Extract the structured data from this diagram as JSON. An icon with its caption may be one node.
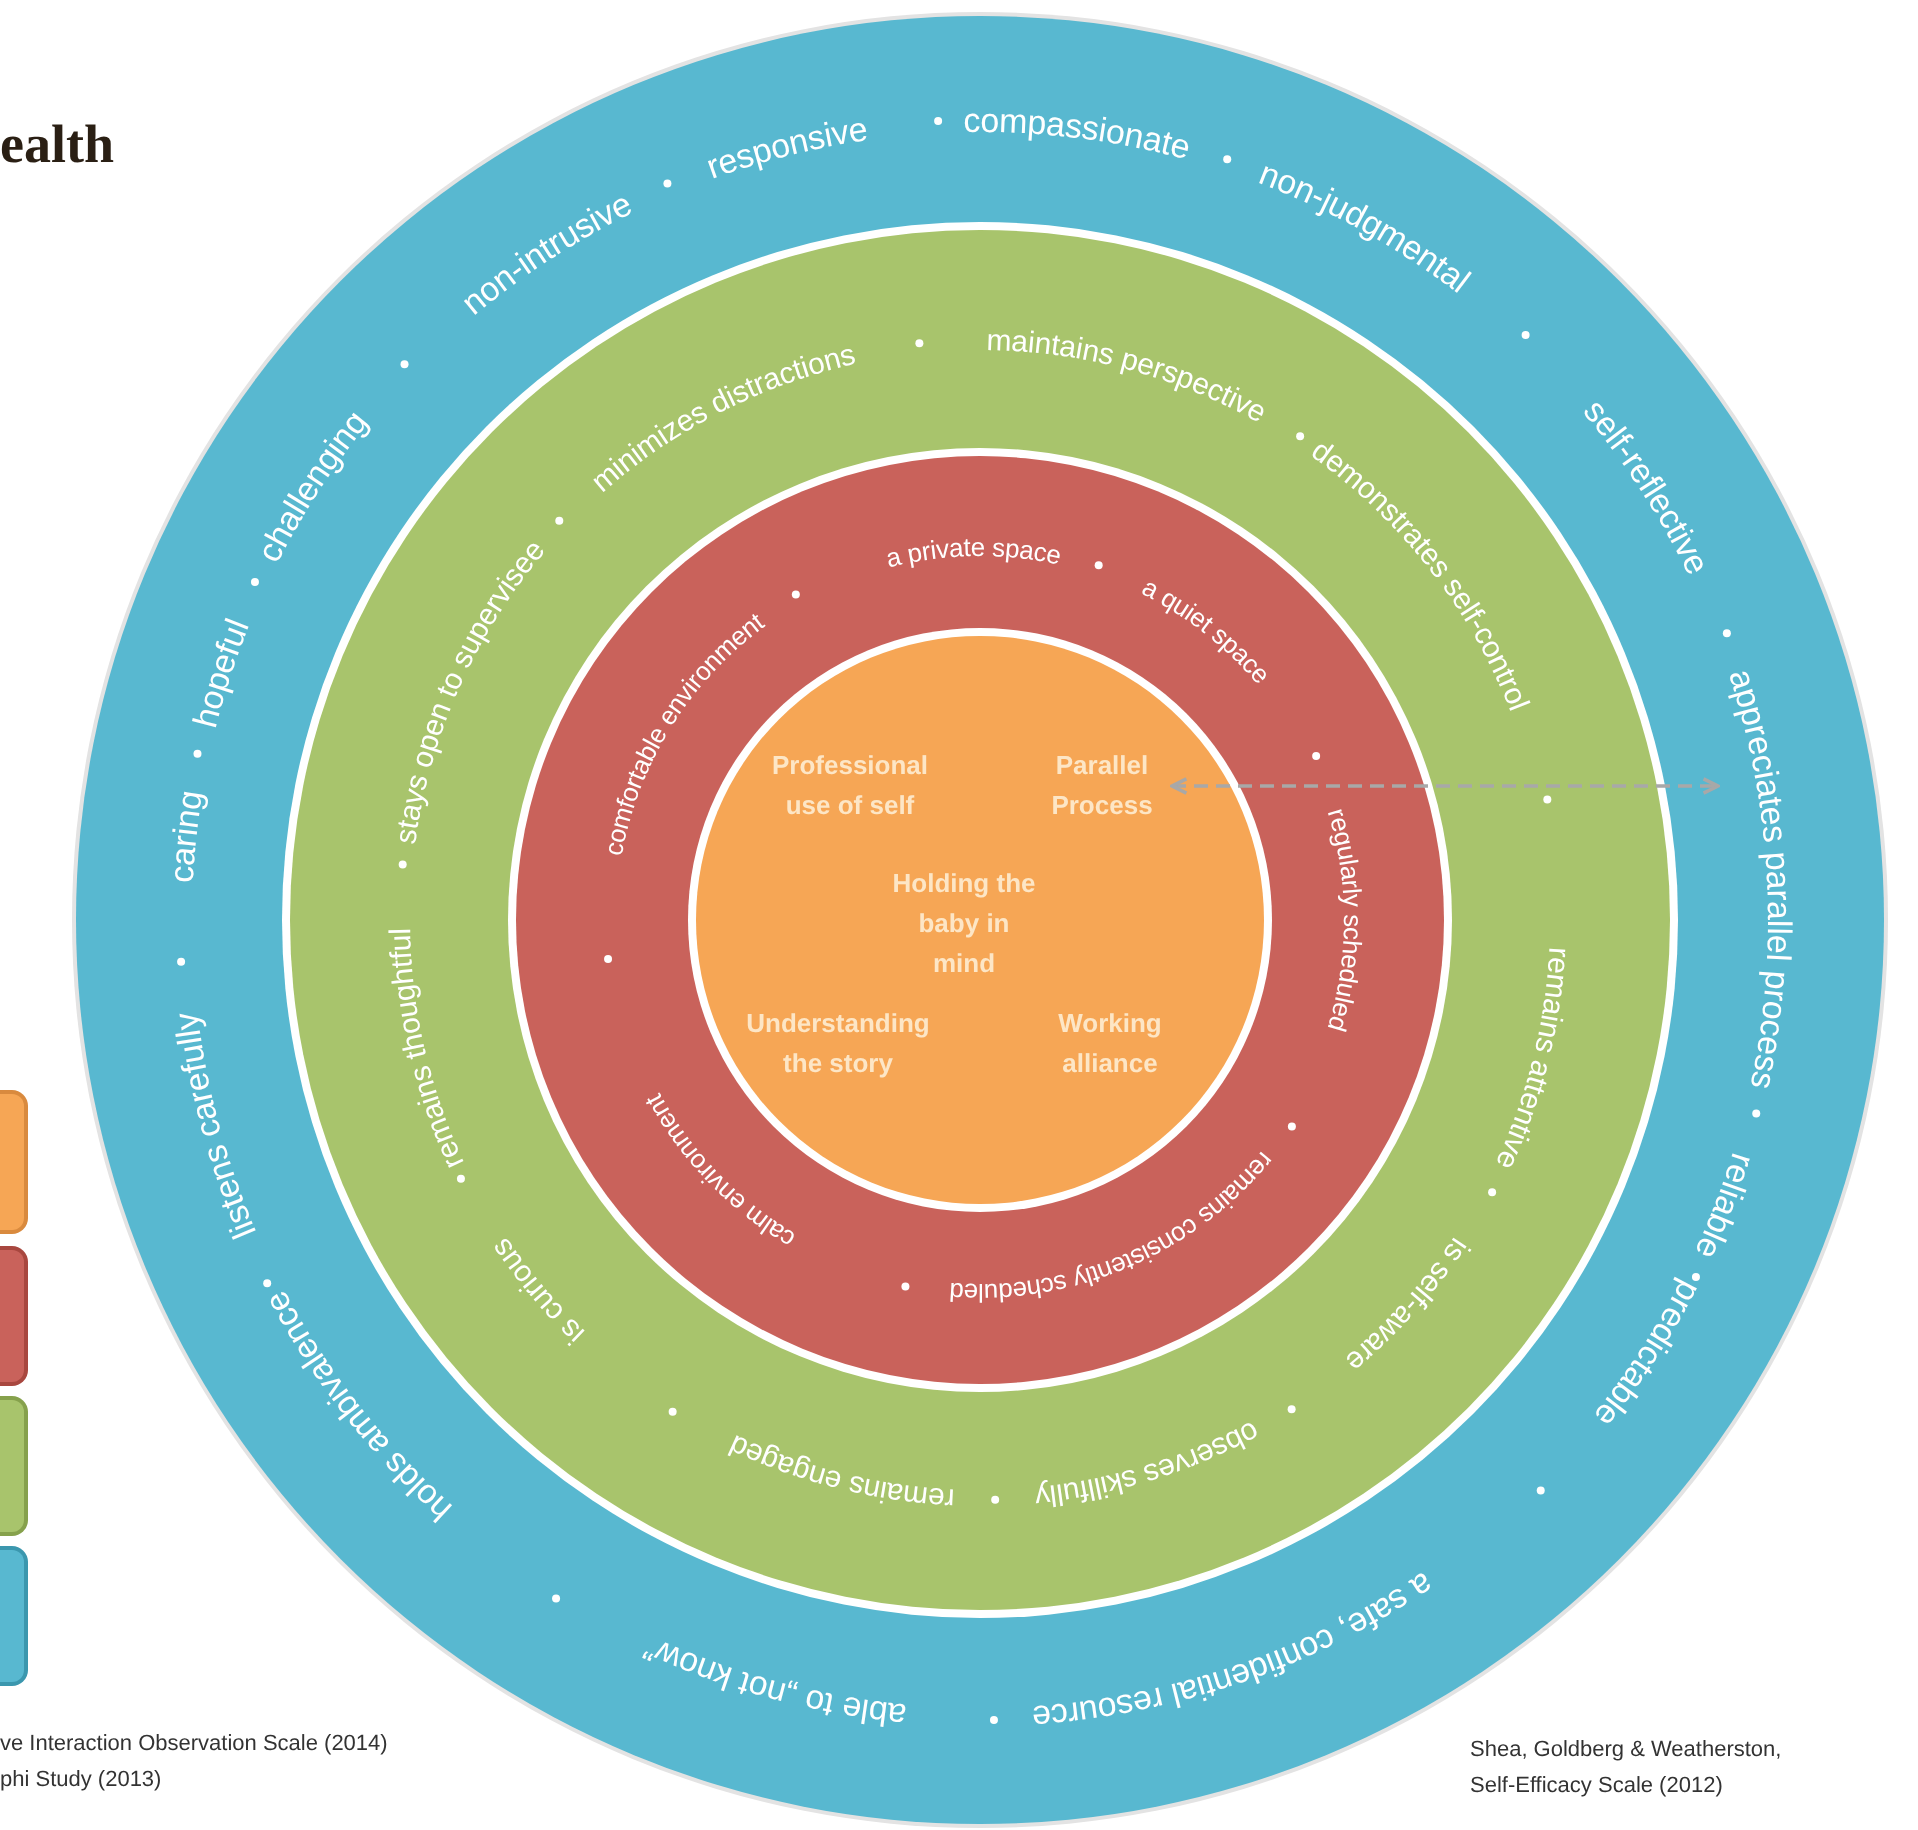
{
  "diagram": {
    "nodes": [
      {
        "text": [],
        "shape": "circle"
      },
      {
        "text": [],
        "shape": "circle",
        "in": 0
      },
      {
        "text": [],
        "shape": "circle",
        "in": 1
      },
      {
        "text": [
          "Professional use of self",
          "Holding the baby in mind",
          "Understanding the story",
          "Working alliance"
        ],
        "in": 2
      },
      {
        "text": [
          "Parallel Process"
        ],
        "in": 3
      },
      {
        "text": [
          "caring"
        ],
        "in": 0
      },
      {
        "text": [
          "hopeful"
        ],
        "in": 0
      },
      {
        "text": [
          "challenging"
        ],
        "in": 0
      },
      {
        "text": [
          "non-intrusive"
        ],
        "in": 0
      },
      {
        "text": [
          "responsive"
        ],
        "in": 0
      },
      {
        "text": [
          "compassionate"
        ],
        "in": 0
      },
      {
        "text": [
          "non-judgmental"
        ],
        "in": 0
      },
      {
        "text": [
          "self-reflective"
        ],
        "in": 0
      },
      {
        "text": [
          "appreciates parallel process"
        ],
        "in": 0
      },
      {
        "text": [
          "reliable"
        ],
        "in": 0
      },
      {
        "text": [
          "predictable"
        ],
        "in": 0
      },
      {
        "text": [
          "a safe, confidential resource"
        ],
        "in": 0
      },
      {
        "text": [
          "able to „not know”"
        ],
        "in": 0
      },
      {
        "text": [
          "holds ambivalence"
        ],
        "in": 0
      },
      {
        "text": [
          "listens carefully"
        ],
        "in": 0
      },
      {
        "text": [
          "stays open to supervisee"
        ],
        "in": 1
      },
      {
        "text": [
          "minimizes distractions"
        ],
        "in": 1
      },
      {
        "text": [
          "maintains perspective"
        ],
        "in": 1
      },
      {
        "text": [
          "demonstrates self-control"
        ],
        "in": 1
      },
      {
        "text": [
          "remains attentive"
        ],
        "in": 1
      },
      {
        "text": [
          "is self-aware"
        ],
        "in": 1
      },
      {
        "text": [
          "observes skillfully"
        ],
        "in": 1
      },
      {
        "text": [
          "remains engaged"
        ],
        "in": 1
      },
      {
        "text": [
          "is curious"
        ],
        "in": 1
      },
      {
        "text": [
          "remains thoughtful"
        ],
        "in": 1
      },
      {
        "text": [
          "comfortable environment"
        ],
        "in": 2
      },
      {
        "text": [
          "a private space"
        ],
        "in": 2
      },
      {
        "text": [
          "a quiet space"
        ],
        "in": 2
      },
      {
        "text": [
          "regularly scheduled"
        ],
        "in": 2
      },
      {
        "text": [
          "remains consistently scheduled"
        ],
        "in": 2
      },
      {
        "text": [
          "calm environment"
        ],
        "in": 2
      },
      {
        "text": [],
        "shape": "box"
      },
      {
        "text": [],
        "shape": "box"
      },
      {
        "text": [],
        "shape": "box"
      },
      {
        "text": [],
        "shape": "box"
      }
    ],
    "edges": [
      {
        "from": 4,
        "to": 13,
        "arrow": "both",
        "style": "dashed"
      }
    ],
    "labels": [
      "ealth",
      "ve Interaction Observation Scale (2014)",
      "phi Study (2013)",
      "Shea, Goldberg & Weatherston, Self-Efficacy Scale (2012)"
    ]
  }
}
